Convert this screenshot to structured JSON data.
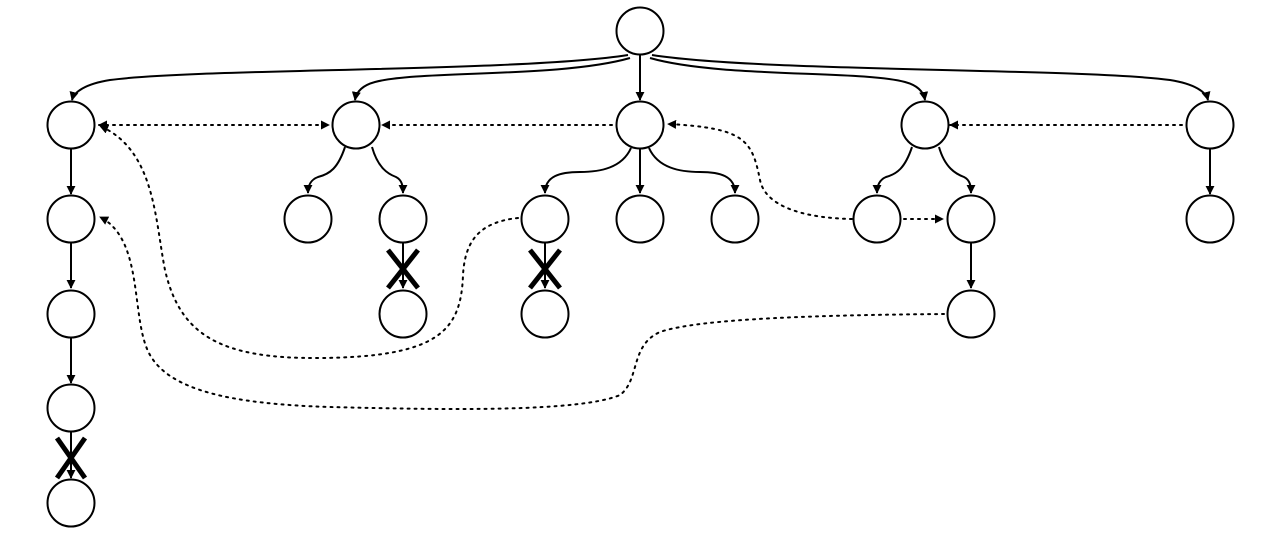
{
  "diagram": {
    "type": "tree-graph",
    "colors": {
      "stroke": "#000000",
      "background": "#ffffff"
    },
    "nodes": [
      "root",
      "n1",
      "n2",
      "n3",
      "n4",
      "n5",
      "n1a",
      "n1b",
      "n1c",
      "n1d",
      "n2a",
      "n2b",
      "n2b1",
      "n3a",
      "n3a1",
      "n3b",
      "n3c",
      "n4a",
      "n4b",
      "n4b1",
      "n5a"
    ],
    "edges": [
      {
        "from": "root",
        "to": "n1",
        "style": "solid"
      },
      {
        "from": "root",
        "to": "n2",
        "style": "solid"
      },
      {
        "from": "root",
        "to": "n3",
        "style": "solid"
      },
      {
        "from": "root",
        "to": "n4",
        "style": "solid"
      },
      {
        "from": "root",
        "to": "n5",
        "style": "solid"
      },
      {
        "from": "n1",
        "to": "n1a",
        "style": "solid"
      },
      {
        "from": "n1a",
        "to": "n1b",
        "style": "solid"
      },
      {
        "from": "n1b",
        "to": "n1c",
        "style": "solid"
      },
      {
        "from": "n1c",
        "to": "n1d",
        "style": "solid",
        "crossed": true
      },
      {
        "from": "n2",
        "to": "n2a",
        "style": "solid"
      },
      {
        "from": "n2",
        "to": "n2b",
        "style": "solid"
      },
      {
        "from": "n2b",
        "to": "n2b1",
        "style": "solid",
        "crossed": true
      },
      {
        "from": "n3",
        "to": "n3a",
        "style": "solid"
      },
      {
        "from": "n3",
        "to": "n3b",
        "style": "solid"
      },
      {
        "from": "n3",
        "to": "n3c",
        "style": "solid"
      },
      {
        "from": "n3a",
        "to": "n3a1",
        "style": "solid",
        "crossed": true
      },
      {
        "from": "n4",
        "to": "n4a",
        "style": "solid"
      },
      {
        "from": "n4",
        "to": "n4b",
        "style": "solid"
      },
      {
        "from": "n4b",
        "to": "n4b1",
        "style": "solid"
      },
      {
        "from": "n5",
        "to": "n5a",
        "style": "solid"
      },
      {
        "from": "n2",
        "to": "n1",
        "style": "dotted",
        "bidirectional": true
      },
      {
        "from": "n3",
        "to": "n2",
        "style": "dotted"
      },
      {
        "from": "n5",
        "to": "n4",
        "style": "dotted"
      },
      {
        "from": "n4a",
        "to": "n3",
        "style": "dotted"
      },
      {
        "from": "n4a",
        "to": "n4b",
        "style": "dotted"
      },
      {
        "from": "n3a",
        "to": "n1",
        "style": "dotted"
      },
      {
        "from": "n4b1",
        "to": "n1a",
        "style": "dotted"
      }
    ]
  }
}
